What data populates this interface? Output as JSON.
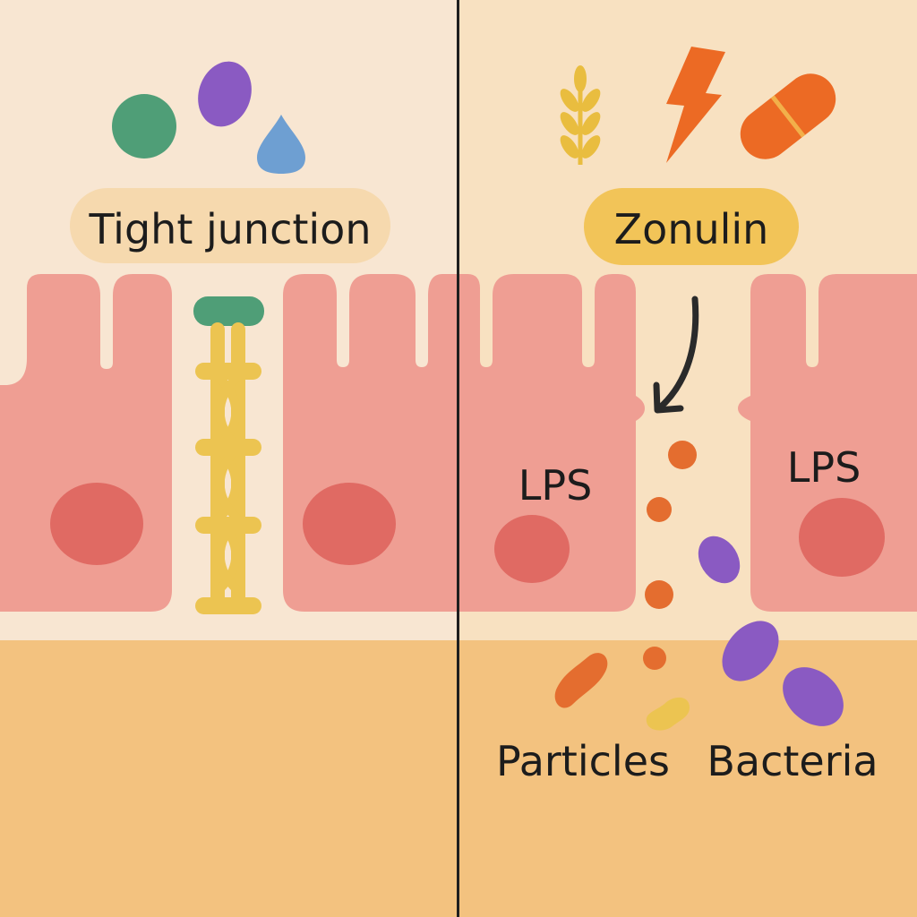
{
  "left_panel": {
    "label": "Tight junction"
  },
  "right_panel": {
    "label": "Zonulin",
    "lps_left": "LPS",
    "lps_right": "LPS",
    "particles": "Particles",
    "bacteria": "Bacteria"
  },
  "colors": {
    "lumen_left": "#f8e6d2",
    "lumen_right": "#f8e1c1",
    "basal": "#f3c27f",
    "cell": "#ef9e93",
    "nucleus": "#e06a63",
    "junction_yellow": "#ecc451",
    "junction_green": "#4f9e77",
    "label_pill_left": "#f6d9ae",
    "label_pill_right": "#f2c458",
    "particle_orange": "#e46d2f",
    "bacteria_purple": "#8a5ac2",
    "drop_blue": "#6e9fd2",
    "bolt_orange": "#ec6a24",
    "wheat_yellow": "#e9bd3f"
  },
  "icons": [
    "wheat-icon",
    "lightning-bolt-icon",
    "pill-capsule-icon",
    "curved-arrow-icon"
  ]
}
